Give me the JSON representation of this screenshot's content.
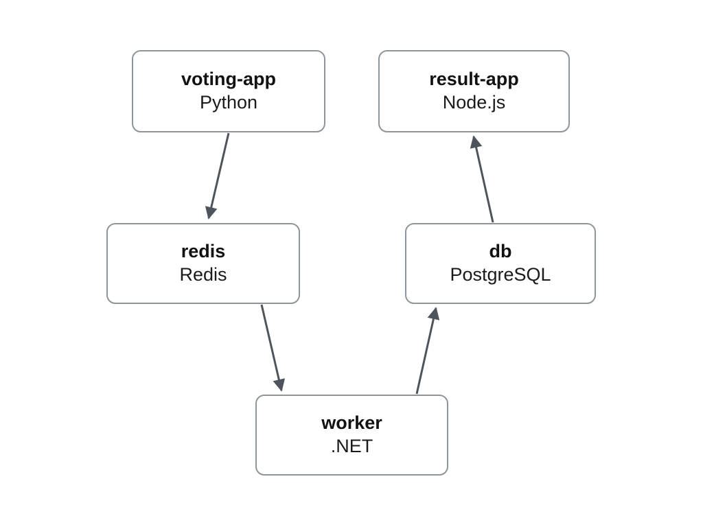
{
  "diagram": {
    "background_color": "#ffffff",
    "box_border_color": "#8e949b",
    "arrow_color": "#4d545c",
    "text_color": "#121212",
    "nodes": [
      {
        "id": "voting-app",
        "title": "voting-app",
        "subtitle": "Python"
      },
      {
        "id": "result-app",
        "title": "result-app",
        "subtitle": "Node.js"
      },
      {
        "id": "redis",
        "title": "redis",
        "subtitle": "Redis"
      },
      {
        "id": "db",
        "title": "db",
        "subtitle": "PostgreSQL"
      },
      {
        "id": "worker",
        "title": "worker",
        "subtitle": ".NET"
      }
    ],
    "edges": [
      {
        "from": "voting-app",
        "to": "redis"
      },
      {
        "from": "redis",
        "to": "worker"
      },
      {
        "from": "worker",
        "to": "db"
      },
      {
        "from": "db",
        "to": "result-app"
      }
    ]
  }
}
